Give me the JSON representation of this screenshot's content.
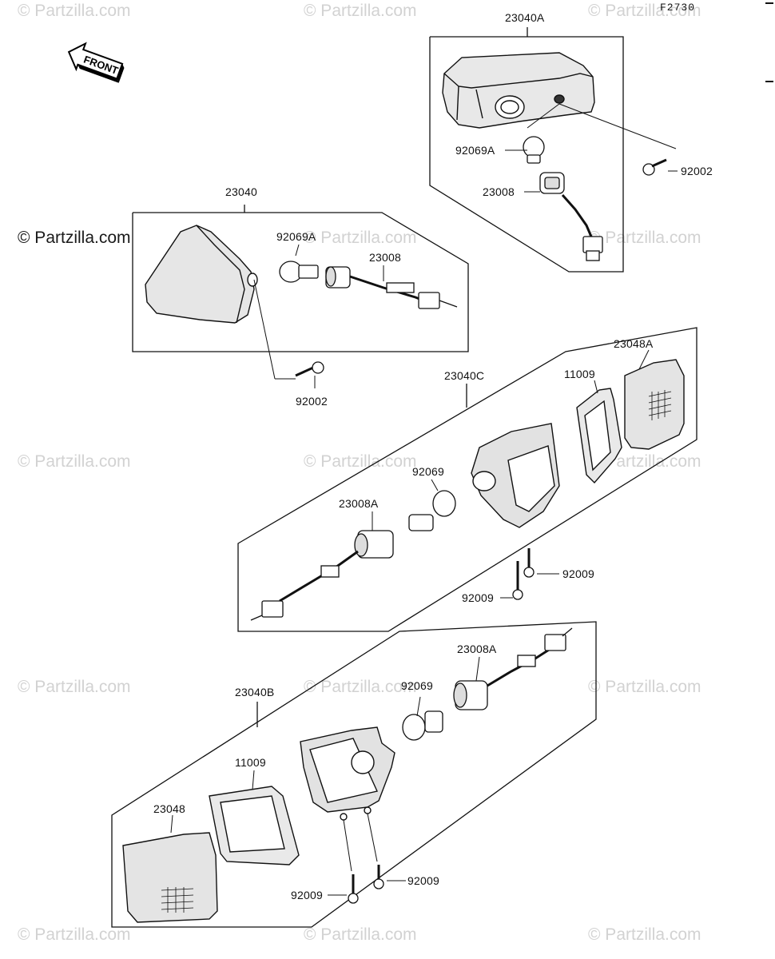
{
  "watermark_text": "© Partzilla.com",
  "diagram_code": "F2730",
  "front_arrow_label": "FRONT",
  "groups": {
    "g23040a": {
      "assembly": "23040A",
      "bulb": "92069A",
      "socket": "23008",
      "screw": "92002"
    },
    "g23040": {
      "assembly": "23040",
      "bulb": "92069A",
      "socket": "23008",
      "screw": "92002"
    },
    "g23040c": {
      "assembly": "23040C",
      "lens": "23048A",
      "gasket": "11009",
      "bulb": "92069",
      "socket": "23008A",
      "screw_1": "92009",
      "screw_2": "92009"
    },
    "g23040b": {
      "assembly": "23040B",
      "lens": "23048",
      "gasket": "11009",
      "bulb": "92069",
      "socket": "23008A",
      "screw_1": "92009",
      "screw_2": "92009"
    }
  }
}
